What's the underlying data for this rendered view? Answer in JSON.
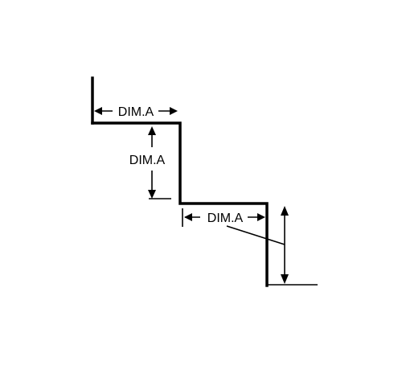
{
  "diagram": {
    "labels": {
      "top_horizontal": "DIM.A",
      "left_vertical": "DIM.A",
      "middle_horizontal": "DIM.A"
    }
  }
}
